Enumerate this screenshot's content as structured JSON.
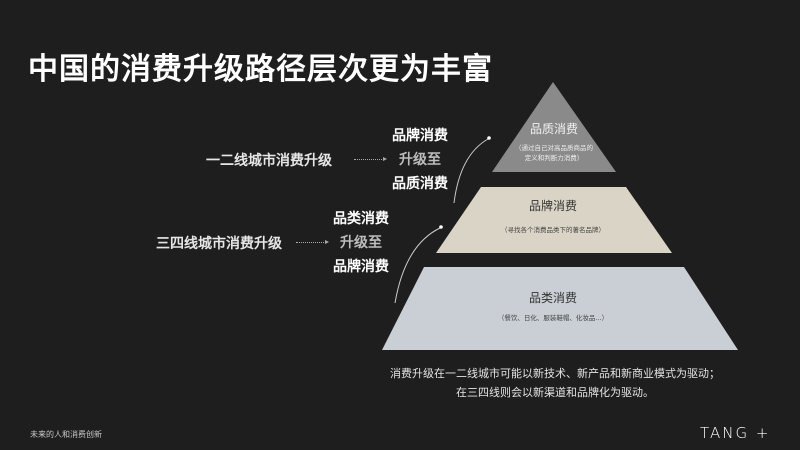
{
  "title": "中国的消费升级路径层次更为丰富",
  "left_labels": [
    {
      "city": "一二线城市消费升级",
      "from": "品牌消费",
      "mid": "升级至",
      "to": "品质消费"
    },
    {
      "city": "三四线城市消费升级",
      "from": "品类消费",
      "mid": "升级至",
      "to": "品牌消费"
    }
  ],
  "pyramid": [
    {
      "title": "品质消费",
      "desc1": "（通过自己对高品质商品的",
      "desc2": "定义和判断力消费）",
      "color": "#8a8a8a"
    },
    {
      "title": "品牌消费",
      "desc1": "（寻找各个消费品类下的著名品牌）",
      "color": "#d9d4c6"
    },
    {
      "title": "品类消费",
      "desc1": "（餐饮、日化、服装鞋帽、化妆品...）",
      "color": "#c9cfd4"
    }
  ],
  "caption": {
    "line1": "消费升级在一二线城市可能以新技术、新产品和新商业模式为驱动；",
    "line2": "在三四线则会以新渠道和品牌化为驱动。"
  },
  "footer": "未来的人和消费创新",
  "logo": "TANG +"
}
